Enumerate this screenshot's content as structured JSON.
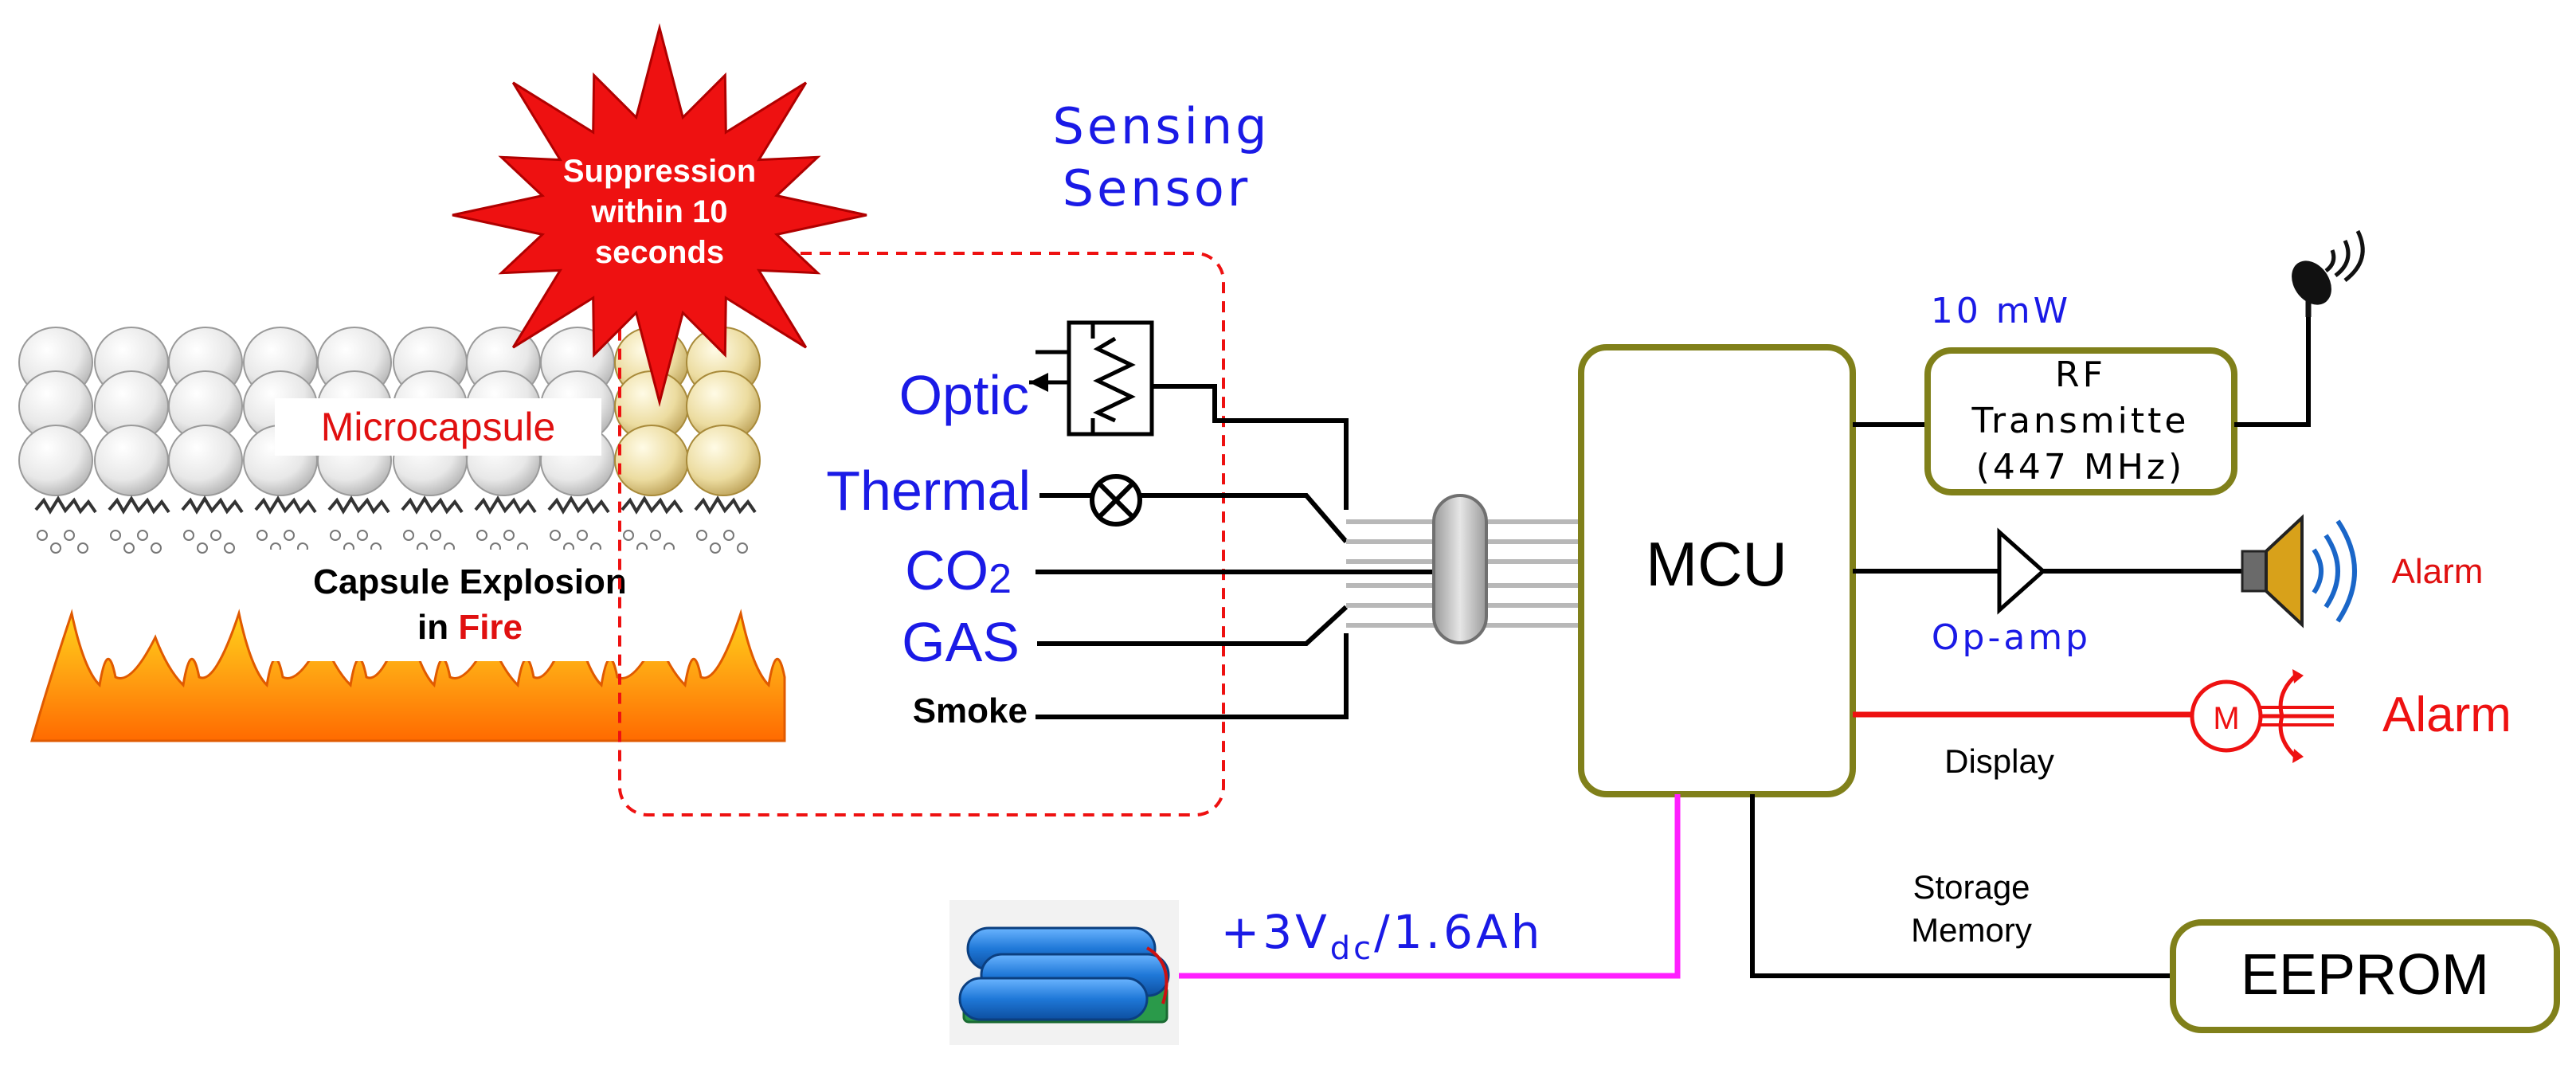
{
  "burst": {
    "line1": "Suppression",
    "line2": "within 10",
    "line3": "seconds"
  },
  "microcapsule": {
    "label": "Microcapsule",
    "explosion_line1": "Capsule Explosion",
    "explosion_in": "in",
    "explosion_fire": "Fire"
  },
  "sensing": {
    "line1": "Sensing",
    "line2": "Sensor"
  },
  "sensors": {
    "optic": "Optic",
    "thermal": "Thermal",
    "co2_main": "CO",
    "co2_sub": "2",
    "gas": "GAS",
    "smoke": "Smoke"
  },
  "mcu": {
    "label": "MCU"
  },
  "rf": {
    "power": "10  mW",
    "line1": "RF",
    "line2": "Transmitte",
    "line3": "(447  MHz)"
  },
  "opamp": {
    "label": "Op-amp",
    "alarm": "Alarm"
  },
  "display": {
    "label": "Display",
    "motor": "M",
    "alarm": "Alarm"
  },
  "storage": {
    "line1": "Storage",
    "line2": "Memory",
    "eeprom": "EEPROM"
  },
  "battery": {
    "prefix": "+3V",
    "sub": "dc",
    "suffix": "/1.6Ah"
  },
  "colors": {
    "olive": "#80801a",
    "blue": "#1a1ae6",
    "red": "#e01010",
    "magenta": "#ff1fff",
    "burst": "#ee1111"
  }
}
